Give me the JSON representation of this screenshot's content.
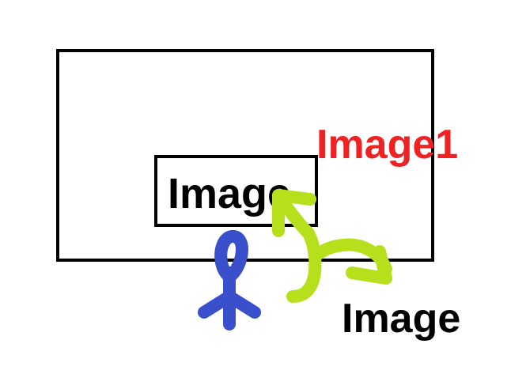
{
  "labels": {
    "inner_image": "Image",
    "outer_image": "Image1",
    "bottom_image": "Image"
  },
  "colors": {
    "box_stroke": "#000000",
    "outer_label": "#ee2222",
    "text": "#000000",
    "stick_figure": "#3a4fcc",
    "arrows": "#b6e01c"
  },
  "icons": {
    "figure": "stick-figure-icon",
    "arrow": "hand-drawn-arrow-icon"
  }
}
